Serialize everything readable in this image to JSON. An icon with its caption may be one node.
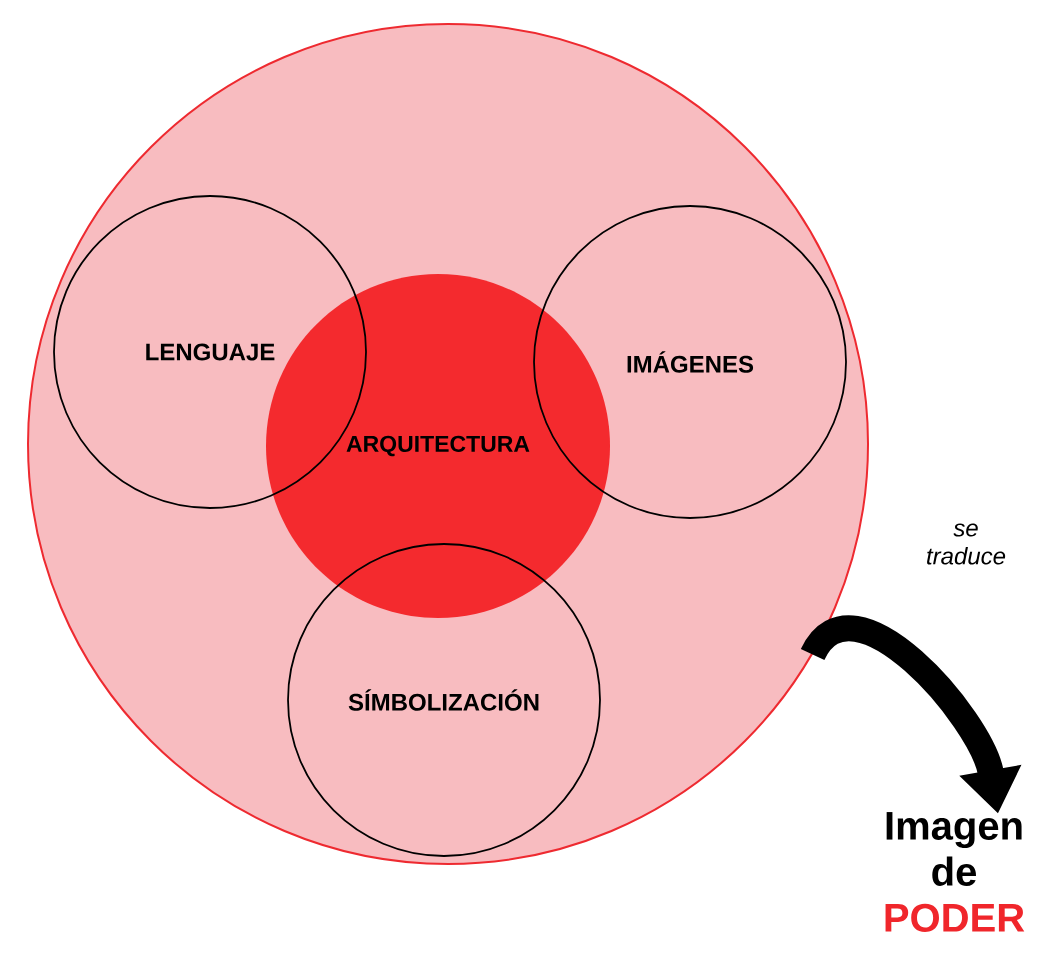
{
  "diagram": {
    "nodes": [
      {
        "text": [],
        "shape": "circle"
      },
      {
        "text": [
          "ARQUITECTURA"
        ],
        "in": 0
      },
      {
        "text": [
          "LENGUAJE"
        ],
        "in": 0
      },
      {
        "text": [
          "IMÁGENES"
        ],
        "in": 0
      },
      {
        "text": [
          "SÍMBOLIZACIÓN"
        ],
        "in": 0
      },
      {
        "text": [
          "Imagen de",
          "PODER"
        ]
      }
    ],
    "edges": [
      {
        "from": 0,
        "to": 5,
        "arrow": "to",
        "label": "se traduce"
      }
    ]
  }
}
